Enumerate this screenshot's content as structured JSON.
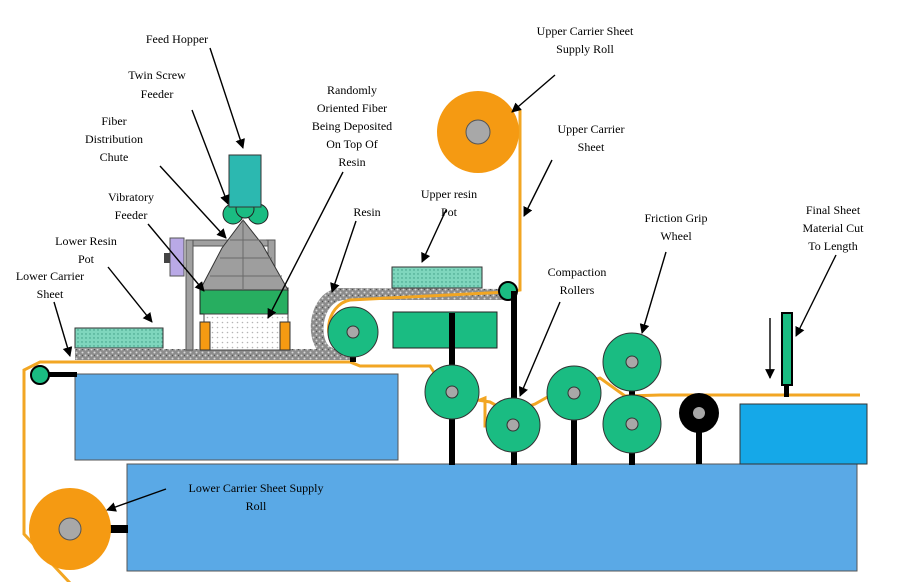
{
  "diagram": {
    "labels": {
      "feed_hopper": [
        "Feed Hopper"
      ],
      "twin_screw_feeder": [
        "Twin Screw",
        "Feeder"
      ],
      "fiber_distribution_chute": [
        "Fiber",
        "Distribution",
        "Chute"
      ],
      "vibratory_feeder": [
        "Vibratory",
        "Feeder"
      ],
      "lower_resin_pot": [
        "Lower Resin",
        "Pot"
      ],
      "lower_carrier_sheet": [
        "Lower Carrier",
        "Sheet"
      ],
      "randomly_oriented_fiber": [
        "Randomly",
        "Oriented Fiber",
        "Being Deposited",
        "On Top Of",
        "Resin"
      ],
      "resin": [
        "Resin"
      ],
      "upper_resin_pot": [
        "Upper resin",
        "Pot"
      ],
      "upper_carrier_sheet_supply_roll": [
        "Upper Carrier Sheet",
        "Supply Roll"
      ],
      "upper_carrier_sheet": [
        "Upper Carrier",
        "Sheet"
      ],
      "compaction_rollers": [
        "Compaction",
        "Rollers"
      ],
      "friction_grip_wheel": [
        "Friction Grip",
        "Wheel"
      ],
      "final_sheet": [
        "Final Sheet",
        "Material Cut",
        "To Length"
      ],
      "lower_carrier_sheet_supply_roll": [
        "Lower Carrier Sheet Supply",
        "Roll"
      ]
    },
    "colors": {
      "machine_blue": "#5aa9e6",
      "cutter_blue": "#15a8e8",
      "roller_green": "#1abc82",
      "hopper_teal": "#2cb8b0",
      "orange_roll": "#f59a12",
      "sheet_line": "#f2a623",
      "frame_gray": "#a0a0a0",
      "funnel_gray": "#9e9e9e",
      "resin_pot": "#6fcbb0",
      "feeder_green": "#27ae60",
      "motor_lavender": "#b9a9e6",
      "cutter_orange": "#ff7f1a",
      "black": "#000000"
    }
  }
}
